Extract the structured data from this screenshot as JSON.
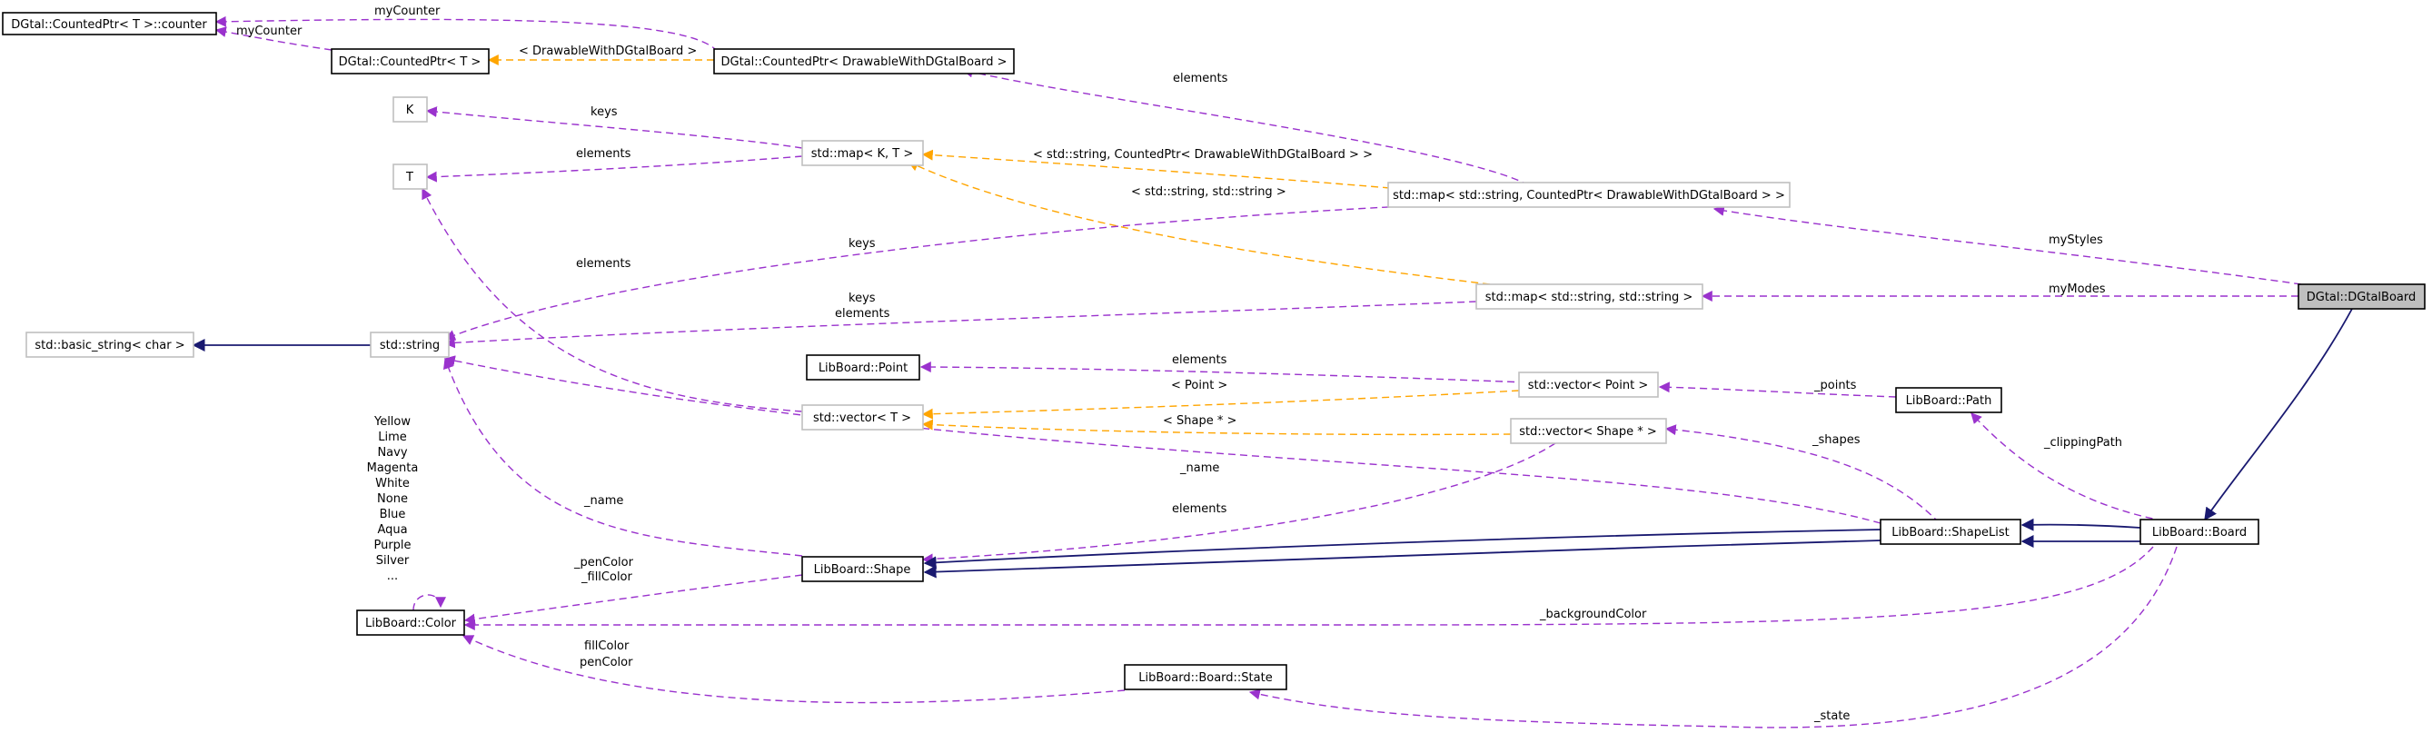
{
  "nodes": {
    "counter": "DGtal::CountedPtr< T >::counter",
    "countedptr_t": "DGtal::CountedPtr< T >",
    "countedptr_dwb": "DGtal::CountedPtr< DrawableWithDGtalBoard >",
    "k": "K",
    "t": "T",
    "map_kt": "std::map< K, T >",
    "map_styles": "std::map< std::string, CountedPtr< DrawableWithDGtalBoard > >",
    "map_modes": "std::map< std::string, std::string >",
    "dgtalboard": "DGtal::DGtalBoard",
    "basic_string": "std::basic_string< char >",
    "string": "std::string",
    "point": "LibBoard::Point",
    "vector_point": "std::vector< Point >",
    "path": "LibBoard::Path",
    "vector_t": "std::vector< T >",
    "vector_shape": "std::vector< Shape * >",
    "shapelist": "LibBoard::ShapeList",
    "board": "LibBoard::Board",
    "shape": "LibBoard::Shape",
    "color": "LibBoard::Color",
    "state": "LibBoard::Board::State"
  },
  "edge_labels": {
    "mycounter_top": "myCounter",
    "mycounter_left": "myCounter",
    "drawable_template": "< DrawableWithDGtalBoard >",
    "elements_cp": "elements",
    "keys_k": "keys",
    "elements_t": "elements",
    "map_cp_template": "< std::string, CountedPtr< DrawableWithDGtalBoard > >",
    "map_ss_template": "< std::string, std::string >",
    "elements_vt": "elements",
    "keys_string": "keys",
    "keys_elements_1": "keys",
    "keys_elements_2": "elements",
    "mystyles": "myStyles",
    "mymodes": "myModes",
    "elements_point": "elements",
    "point_template": "< Point >",
    "shape_template": "< Shape * >",
    "points": "_points",
    "shapes": "_shapes",
    "clippingpath": "_clippingPath",
    "name_shapelist": "_name",
    "elements_shape": "elements",
    "name_shape": "_name",
    "pencolor": "_penColor",
    "fillcolor": "_fillColor",
    "backgroundcolor": "_backgroundColor",
    "fillcolor2": "fillColor",
    "pencolor2": "penColor",
    "state": "_state",
    "colors": [
      "Yellow",
      "Lime",
      "Navy",
      "Magenta",
      "White",
      "None",
      "Blue",
      "Aqua",
      "Purple",
      "Silver",
      "..."
    ]
  },
  "colors": {
    "inheritance": "#191970",
    "usage": "#9a32cd",
    "template": "#ffa500",
    "focus_fill": "#bfbfbf",
    "undocumented_border": "#bfbfbf"
  }
}
